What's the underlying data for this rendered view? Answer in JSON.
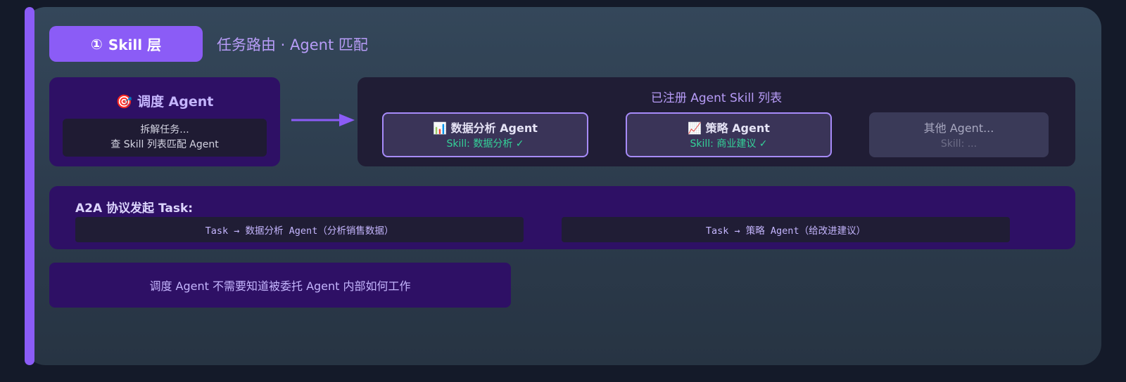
{
  "layer": {
    "badge_icon": "①",
    "badge_label": "Skill 层",
    "subtitle": "任务路由 · Agent 匹配"
  },
  "dispatcher": {
    "icon": "🎯",
    "title": "调度 Agent",
    "note_line1": "拆解任务...",
    "note_line2": "查 Skill 列表匹配 Agent"
  },
  "registry": {
    "title": "已注册 Agent Skill 列表",
    "agents": [
      {
        "icon": "📊",
        "name": "数据分析 Agent",
        "skill": "Skill: 数据分析 ✓",
        "state": "active"
      },
      {
        "icon": "📈",
        "name": "策略 Agent",
        "skill": "Skill: 商业建议 ✓",
        "state": "active"
      },
      {
        "icon": "",
        "name": "其他 Agent...",
        "skill": "Skill: ...",
        "state": "muted"
      }
    ]
  },
  "a2a": {
    "title": "A2A 协议发起 Task:",
    "tasks": [
      "Task → 数据分析 Agent（分析销售数据）",
      "Task → 策略 Agent（给改进建议）"
    ]
  },
  "footer_note": "调度 Agent 不需要知道被委托 Agent 内部如何工作",
  "colors": {
    "accent": "#8b5cf6",
    "panel_dark": "#2e1065",
    "success": "#34d399"
  }
}
